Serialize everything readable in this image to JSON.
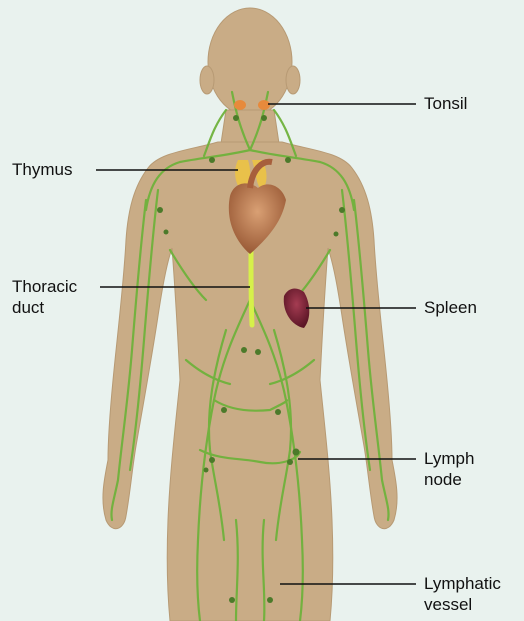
{
  "diagram": {
    "background_color": "#e9f2ee",
    "body_color": "#c9ac86",
    "lymph_color": "#6fb23c",
    "labels": {
      "tonsil": "Tonsil",
      "thymus": "Thymus",
      "thoracic_duct": "Thoracic\nduct",
      "spleen": "Spleen",
      "lymph_node": "Lymph\nnode",
      "lymphatic_vessel": "Lymphatic\nvessel"
    }
  }
}
